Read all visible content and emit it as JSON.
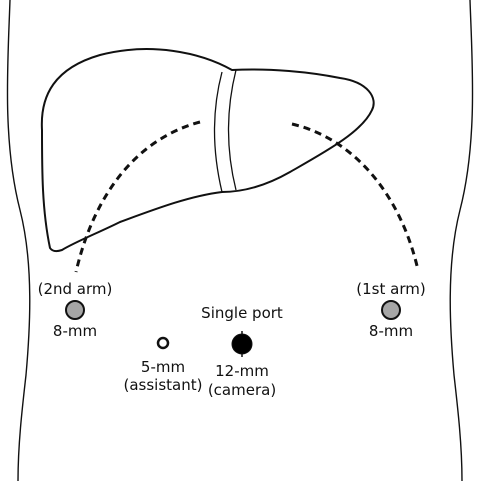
{
  "colors": {
    "stroke": "#111111",
    "arm_port_fill": "#a6a6a6",
    "camera_port_fill": "#000000",
    "assistant_port_fill": "#ffffff",
    "background": "#ffffff"
  },
  "labels": {
    "second_arm": "(2nd arm)",
    "second_arm_size": "8-mm",
    "first_arm": "(1st arm)",
    "first_arm_size": "8-mm",
    "single_port": "Single port",
    "assistant_size": "5-mm",
    "assistant_role": "(assistant)",
    "camera_size": "12-mm",
    "camera_role": "(camera)"
  }
}
